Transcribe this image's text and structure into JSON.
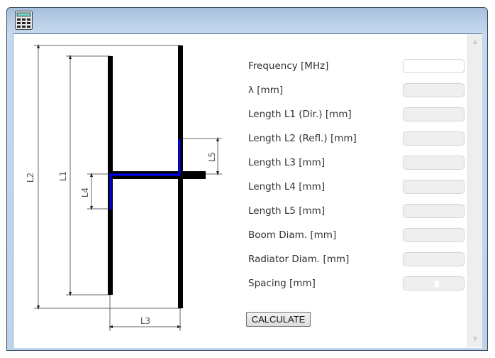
{
  "window": {
    "icon": "calculator-icon"
  },
  "diagram": {
    "labels": {
      "l1": "L1",
      "l2": "L2",
      "l3": "L3",
      "l4": "L4",
      "l5": "L5"
    },
    "colors": {
      "element": "#000000",
      "feed": "#0000ff",
      "dimension": "#888888"
    }
  },
  "form": {
    "rows": [
      {
        "label": "Frequency [MHz]",
        "value": "",
        "editable": true
      },
      {
        "label": "λ [mm]",
        "value": "",
        "editable": false
      },
      {
        "label": "Length L1 (Dir.) [mm]",
        "value": "",
        "editable": false
      },
      {
        "label": "Length L2 (Refl.) [mm]",
        "value": "",
        "editable": false
      },
      {
        "label": "Length L3 [mm]",
        "value": "",
        "editable": false
      },
      {
        "label": "Length L4 [mm]",
        "value": "",
        "editable": false
      },
      {
        "label": "Length L5 [mm]",
        "value": "",
        "editable": false
      },
      {
        "label": "Boom Diam. [mm]",
        "value": "",
        "editable": false
      },
      {
        "label": "Radiator Diam. [mm]",
        "value": "",
        "editable": false
      },
      {
        "label": "Spacing [mm]",
        "value": "",
        "editable": false
      }
    ],
    "calculate_label": "CALCULATE"
  },
  "scrollbar": {
    "up_icon": "▲",
    "down_icon": "▼"
  }
}
